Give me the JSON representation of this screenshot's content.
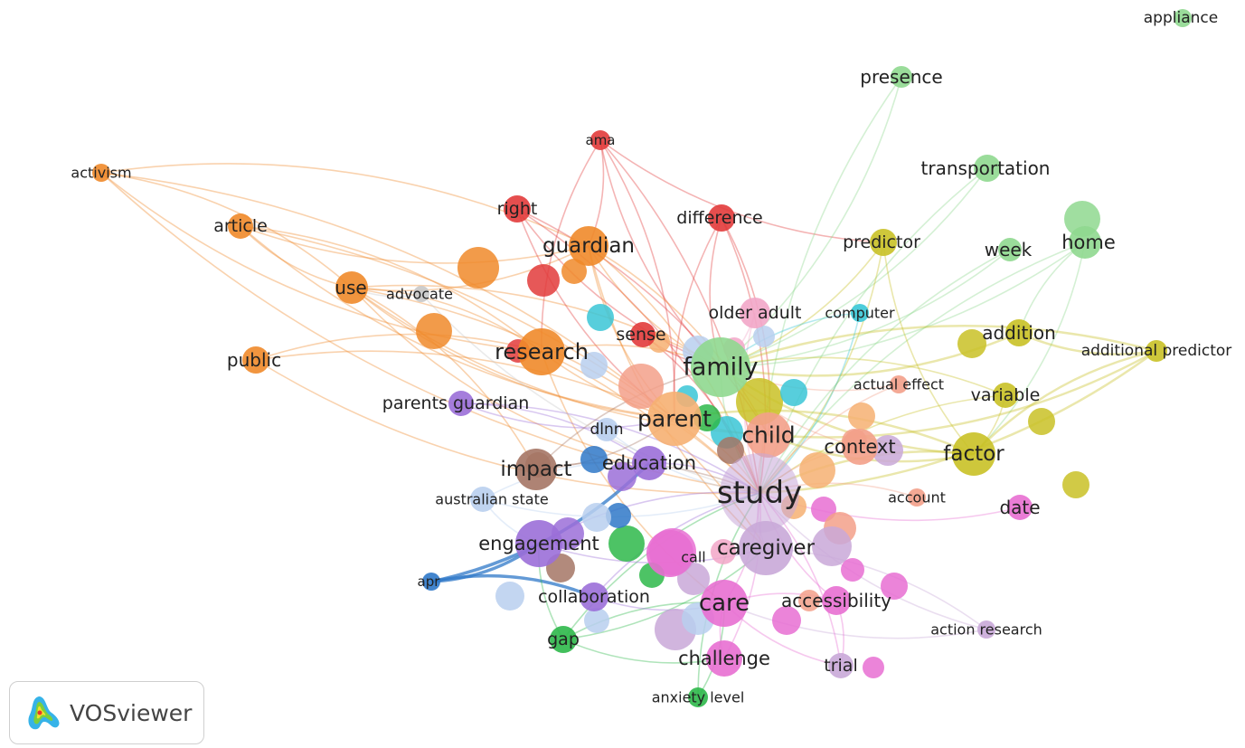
{
  "brand": {
    "name": "VOSviewer"
  },
  "network": {
    "nodes": [
      {
        "id": "appliance",
        "label": "appliance",
        "cluster": "lightgreen"
      },
      {
        "id": "presence",
        "label": "presence",
        "cluster": "lightgreen"
      },
      {
        "id": "transportation",
        "label": "transportation",
        "cluster": "lightgreen"
      },
      {
        "id": "week",
        "label": "week",
        "cluster": "lightgreen"
      },
      {
        "id": "home",
        "label": "home",
        "cluster": "lightgreen"
      },
      {
        "id": "family",
        "label": "family",
        "cluster": "lightgreen"
      },
      {
        "id": "ama",
        "label": "ama",
        "cluster": "red"
      },
      {
        "id": "right",
        "label": "right",
        "cluster": "red"
      },
      {
        "id": "difference",
        "label": "difference",
        "cluster": "red"
      },
      {
        "id": "guardian",
        "label": "guardian",
        "cluster": "orange"
      },
      {
        "id": "activism",
        "label": "activism",
        "cluster": "orange"
      },
      {
        "id": "article",
        "label": "article",
        "cluster": "orange"
      },
      {
        "id": "use",
        "label": "use",
        "cluster": "orange"
      },
      {
        "id": "public",
        "label": "public",
        "cluster": "orange"
      },
      {
        "id": "research",
        "label": "research",
        "cluster": "orange"
      },
      {
        "id": "advocate",
        "label": "advocate",
        "cluster": "grey"
      },
      {
        "id": "predictor",
        "label": "predictor",
        "cluster": "olive"
      },
      {
        "id": "addition",
        "label": "addition",
        "cluster": "olive"
      },
      {
        "id": "additional_predictor",
        "label": "additional predictor",
        "cluster": "olive"
      },
      {
        "id": "variable",
        "label": "variable",
        "cluster": "olive"
      },
      {
        "id": "factor",
        "label": "factor",
        "cluster": "olive"
      },
      {
        "id": "older_adult",
        "label": "older adult",
        "cluster": "pink"
      },
      {
        "id": "computer",
        "label": "computer",
        "cluster": "cyan"
      },
      {
        "id": "sense",
        "label": "sense",
        "cluster": "red"
      },
      {
        "id": "actual_effect",
        "label": "actual effect",
        "cluster": "salmon"
      },
      {
        "id": "parents_guardian",
        "label": "parents guardian",
        "cluster": "purple"
      },
      {
        "id": "dlnn",
        "label": "dlnn",
        "cluster": "paleblue"
      },
      {
        "id": "parent",
        "label": "parent",
        "cluster": "peach"
      },
      {
        "id": "child",
        "label": "child",
        "cluster": "salmon"
      },
      {
        "id": "context",
        "label": "context",
        "cluster": "salmon"
      },
      {
        "id": "impact",
        "label": "impact",
        "cluster": "brown"
      },
      {
        "id": "education",
        "label": "education",
        "cluster": "purple"
      },
      {
        "id": "study",
        "label": "study",
        "cluster": "lavender"
      },
      {
        "id": "australian_state",
        "label": "australian state",
        "cluster": "paleblue"
      },
      {
        "id": "account",
        "label": "account",
        "cluster": "salmon"
      },
      {
        "id": "date",
        "label": "date",
        "cluster": "magenta"
      },
      {
        "id": "engagement",
        "label": "engagement",
        "cluster": "purple"
      },
      {
        "id": "call",
        "label": "call",
        "cluster": "magenta"
      },
      {
        "id": "caregiver",
        "label": "caregiver",
        "cluster": "lavender"
      },
      {
        "id": "apr",
        "label": "apr",
        "cluster": "blue"
      },
      {
        "id": "collaboration",
        "label": "collaboration",
        "cluster": "purple"
      },
      {
        "id": "care",
        "label": "care",
        "cluster": "magenta"
      },
      {
        "id": "accessibility",
        "label": "accessibility",
        "cluster": "magenta"
      },
      {
        "id": "action_research",
        "label": "action research",
        "cluster": "lavender"
      },
      {
        "id": "gap",
        "label": "gap",
        "cluster": "green"
      },
      {
        "id": "challenge",
        "label": "challenge",
        "cluster": "magenta"
      },
      {
        "id": "trial",
        "label": "trial",
        "cluster": "lavender"
      },
      {
        "id": "anxiety_level",
        "label": "anxiety level",
        "cluster": "green"
      }
    ],
    "cluster_colors": {
      "lightgreen": "#8fd88f",
      "red": "#e23b3b",
      "orange": "#f08a2a",
      "grey": "#c8c8c8",
      "olive": "#c9c126",
      "pink": "#f2a6c8",
      "cyan": "#39c6d6",
      "salmon": "#f3a08a",
      "purple": "#9b6fd8",
      "paleblue": "#b9cfee",
      "peach": "#f6b072",
      "brown": "#a57565",
      "lavender": "#c9a8d8",
      "magenta": "#e86fd2",
      "blue": "#2f78c8",
      "green": "#2eb84a"
    }
  }
}
